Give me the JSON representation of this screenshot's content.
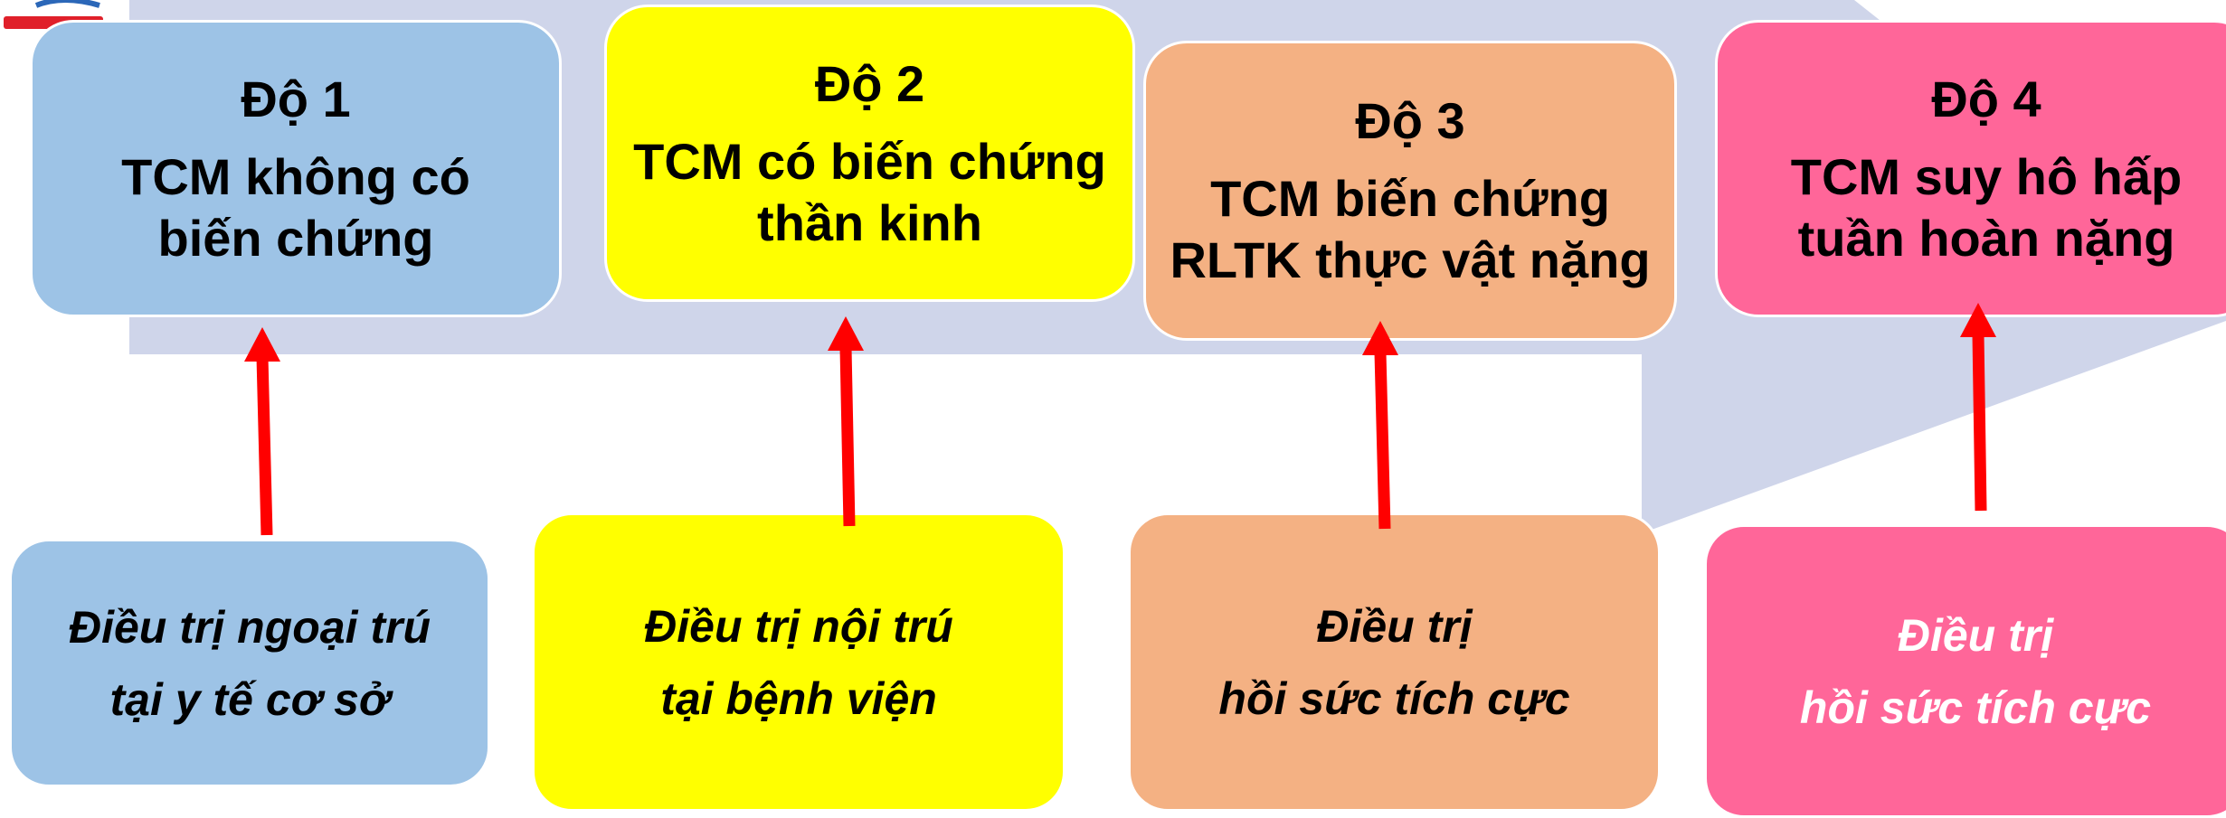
{
  "colors": {
    "band": "#cfd5ea",
    "blue": "#9dc3e6",
    "yellow": "#ffff00",
    "orange": "#f4b183",
    "pink": "#ff6699",
    "arrow": "#ff0000",
    "logo_red": "#e0202a",
    "logo_blue": "#2b67b8"
  },
  "grades": [
    {
      "title": "Độ 1",
      "line1": "TCM không có",
      "line2": "biến chứng"
    },
    {
      "title": "Độ 2",
      "line1": "TCM có biến chứng",
      "line2": "thần kinh"
    },
    {
      "title": "Độ 3",
      "line1": "TCM biến chứng",
      "line2": "RLTK thực vật nặng"
    },
    {
      "title": "Độ 4",
      "line1": "TCM suy hô hấp",
      "line2": "tuần hoàn nặng"
    }
  ],
  "treatments": [
    {
      "line1": "Điều trị ngoại trú",
      "line2": "tại y tế cơ sở"
    },
    {
      "line1": "Điều trị nội trú",
      "line2": "tại bệnh viện"
    },
    {
      "line1": "Điều trị",
      "line2": "hồi sức tích cực"
    },
    {
      "line1": "Điều trị",
      "line2": "hồi sức tích cực"
    }
  ]
}
